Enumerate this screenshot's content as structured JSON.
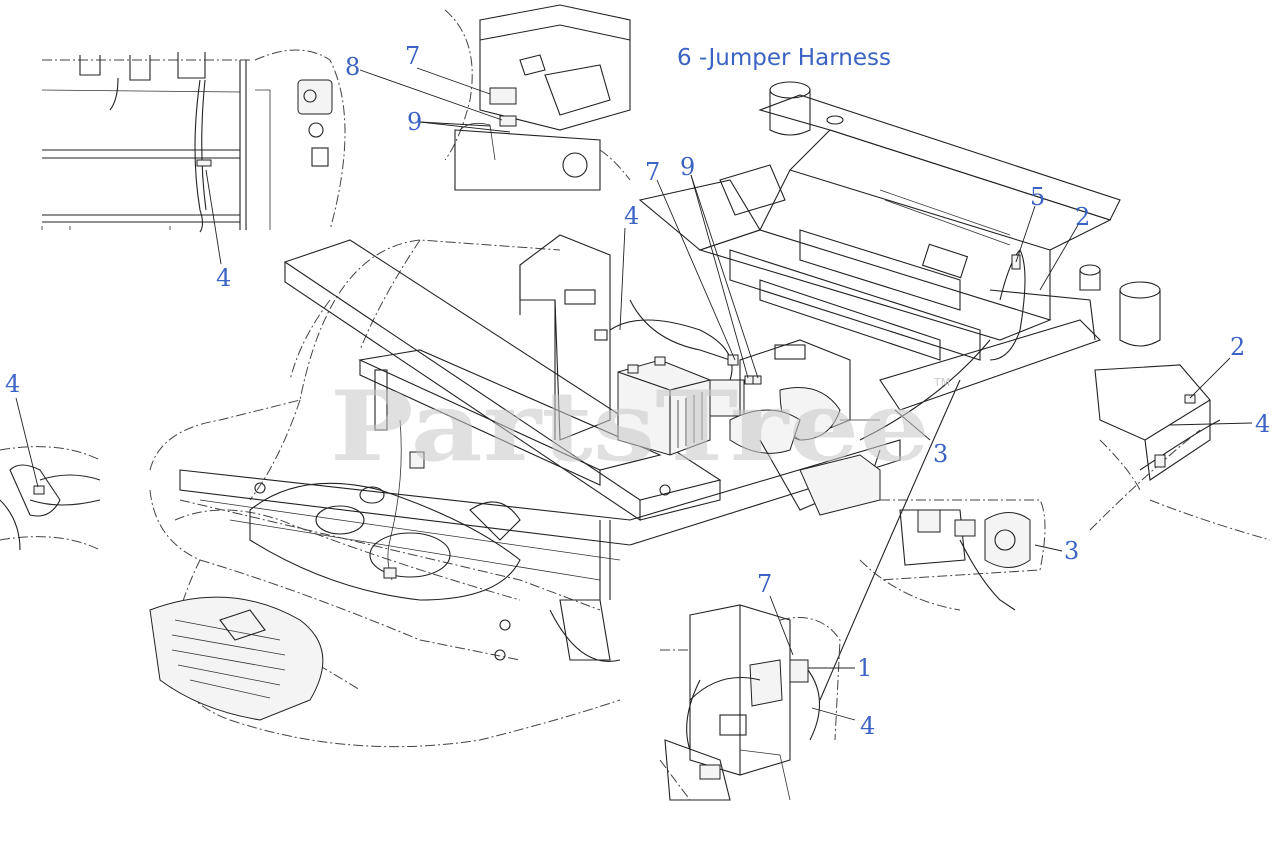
{
  "diagram": {
    "title": "6 -Jumper Harness",
    "watermark": "PartsTree",
    "trademark": "TM",
    "callouts": [
      {
        "id": "c-7-top",
        "label": "7"
      },
      {
        "id": "c-8",
        "label": "8"
      },
      {
        "id": "c-9-top",
        "label": "9"
      },
      {
        "id": "c-4-inset-left",
        "label": "4"
      },
      {
        "id": "c-7-main",
        "label": "7"
      },
      {
        "id": "c-9-main",
        "label": "9"
      },
      {
        "id": "c-4-main",
        "label": "4"
      },
      {
        "id": "c-5",
        "label": "5"
      },
      {
        "id": "c-2-main",
        "label": "2"
      },
      {
        "id": "c-2-right",
        "label": "2"
      },
      {
        "id": "c-4-right",
        "label": "4"
      },
      {
        "id": "c-3-main",
        "label": "3"
      },
      {
        "id": "c-3-inset",
        "label": "3"
      },
      {
        "id": "c-4-far-left",
        "label": "4"
      },
      {
        "id": "c-7-bottom",
        "label": "7"
      },
      {
        "id": "c-1",
        "label": "1"
      },
      {
        "id": "c-4-bottom",
        "label": "4"
      }
    ]
  }
}
